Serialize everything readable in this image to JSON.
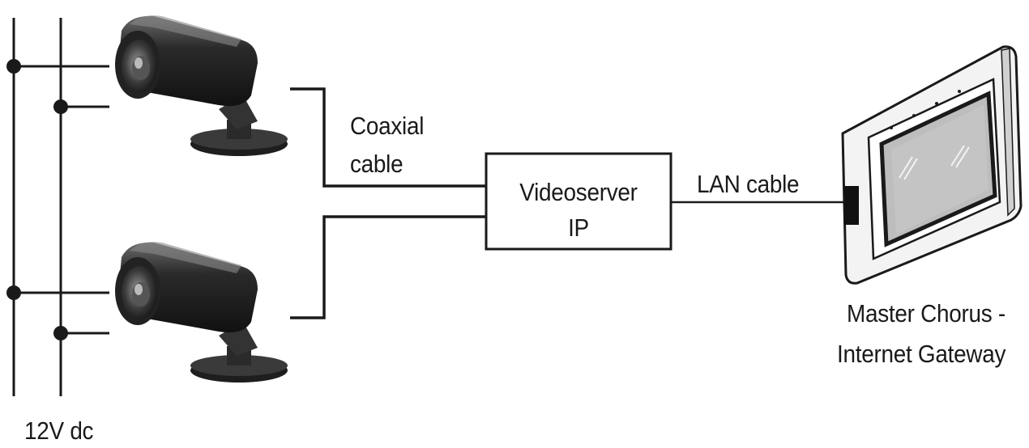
{
  "labels": {
    "coax_line1": "Coaxial",
    "coax_line2": "cable",
    "videoserver_line1": "Videoserver",
    "videoserver_line2": "IP",
    "lan": "LAN cable",
    "gateway_line1": "Master Chorus -",
    "gateway_line2": "Internet Gateway",
    "power": "12V dc"
  },
  "icons": {
    "camera": "cctv-bullet-camera-icon",
    "panel": "touchscreen-panel-icon"
  },
  "colors": {
    "line": "#1a1a1a",
    "background": "#ffffff"
  }
}
